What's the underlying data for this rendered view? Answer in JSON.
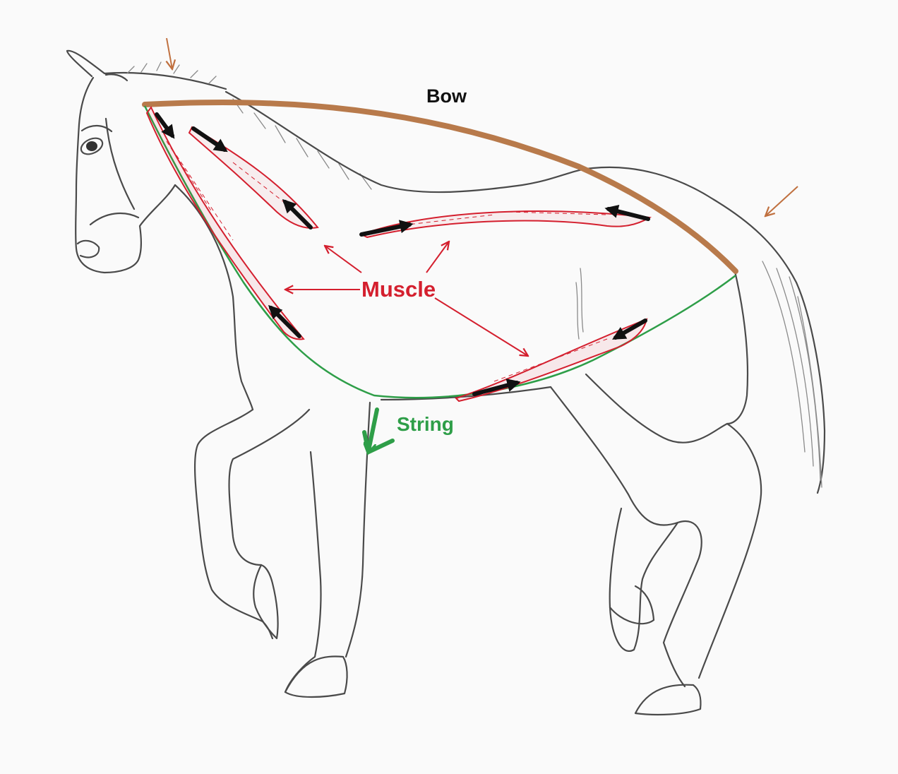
{
  "labels": {
    "bow": "Bow",
    "muscle": "Muscle",
    "string": "String"
  },
  "colors": {
    "bow": "#b87a4b",
    "string": "#2e9e48",
    "muscle": "#d41f2e",
    "force_arrow": "#111111",
    "pressure_arrow": "#c0703f",
    "sketch": "#4a4a4a"
  },
  "icons": [
    "horse-sketch",
    "arrow-icon"
  ]
}
